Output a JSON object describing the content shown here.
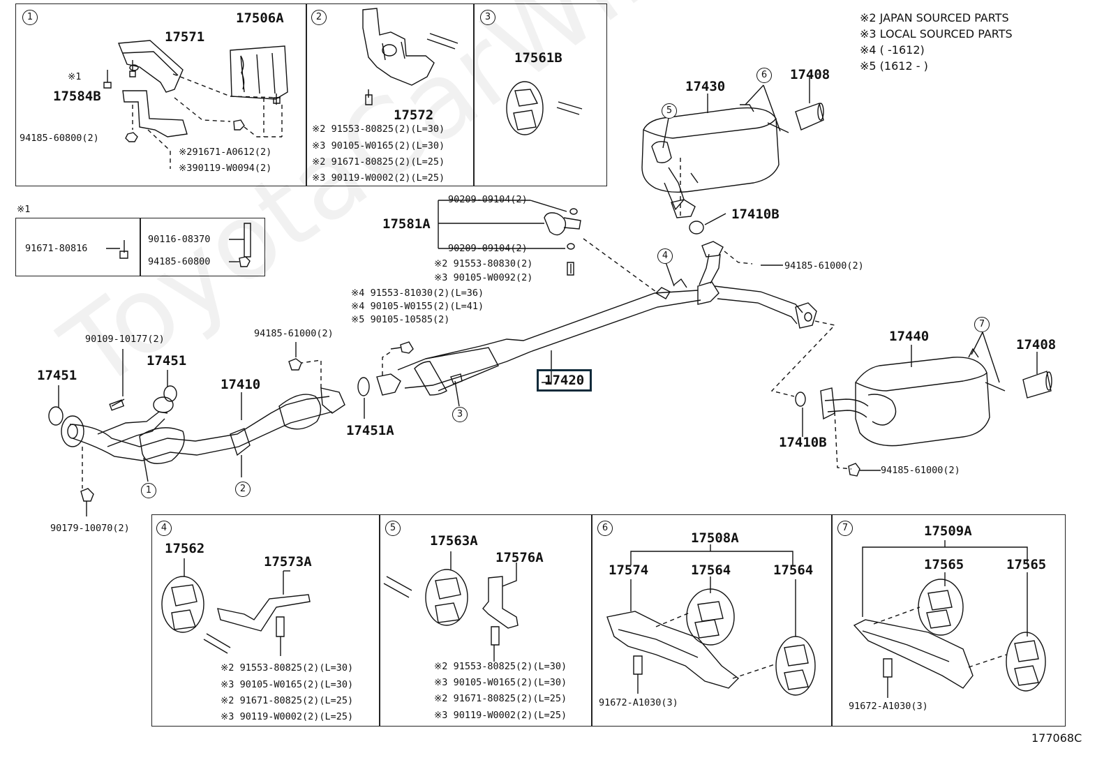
{
  "watermark": "ToyotaCarWine.ru",
  "figure_code": "177068C",
  "legend": {
    "n2": "※2 JAPAN SOURCED PARTS",
    "n3": "※3 LOCAL SOURCED PARTS",
    "n4": "※4 (       -1612)",
    "n5": "※5 (1612 -      )"
  },
  "callouts": {
    "c1": "1",
    "c2": "2",
    "c3": "3",
    "c4": "4",
    "c5": "5",
    "c6": "6",
    "c7": "7"
  },
  "box1": {
    "num": "1",
    "p17571": "17571",
    "p17506A": "17506A",
    "n1": "※1",
    "p17584B": "17584B",
    "p94185": "94185-60800(2)",
    "s1": "※291671-A0612(2)",
    "s2": "※390119-W0094(2)"
  },
  "box2": {
    "num": "2",
    "p17572": "17572",
    "s1": "※2 91553-80825(2)(L=30)",
    "s2": "※3 90105-W0165(2)(L=30)",
    "s3": "※2 91671-80825(2)(L=25)",
    "s4": "※3 90119-W0002(2)(L=25)"
  },
  "box3": {
    "num": "3",
    "p17561B": "17561B"
  },
  "note1": {
    "mark": "※1",
    "a": "91671-80816",
    "b": "90116-08370",
    "c": "94185-60800"
  },
  "main": {
    "p17430": "17430",
    "p17408a": "17408",
    "p17410Ba": "17410B",
    "p17581A": "17581A",
    "r90209a": "90209-09104(2)",
    "r90209b": "90209-09104(2)",
    "r91553": "※2 91553-80830(2)",
    "r90105": "※3 90105-W0092(2)",
    "r94185a": "94185-61000(2)",
    "s41": "※4 91553-81030(2)(L=36)",
    "s42": "※4 90105-W0155(2)(L=41)",
    "s5": "※5 90105-10585(2)",
    "r94185b": "94185-61000(2)",
    "r90109": "90109-10177(2)",
    "p17451a": "17451",
    "p17451b": "17451",
    "p17410": "17410",
    "p17420": "17420",
    "p17451A": "17451A",
    "p17440": "17440",
    "p17408b": "17408",
    "p17410Bb": "17410B",
    "r94185c": "94185-61000(2)",
    "r90179": "90179-10070(2)"
  },
  "box4": {
    "num": "4",
    "p17562": "17562",
    "p17573A": "17573A",
    "s1": "※2 91553-80825(2)(L=30)",
    "s2": "※3 90105-W0165(2)(L=30)",
    "s3": "※2 91671-80825(2)(L=25)",
    "s4": "※3 90119-W0002(2)(L=25)"
  },
  "box5": {
    "num": "5",
    "p17563A": "17563A",
    "p17576A": "17576A",
    "s1": "※2 91553-80825(2)(L=30)",
    "s2": "※3 90105-W0165(2)(L=30)",
    "s3": "※2 91671-80825(2)(L=25)",
    "s4": "※3 90119-W0002(2)(L=25)"
  },
  "box6": {
    "num": "6",
    "p17508A": "17508A",
    "p17574": "17574",
    "p17564a": "17564",
    "p17564b": "17564",
    "bolt": "91672-A1030(3)"
  },
  "box7": {
    "num": "7",
    "p17509A": "17509A",
    "p17565a": "17565",
    "p17565b": "17565",
    "bolt": "91672-A1030(3)"
  }
}
